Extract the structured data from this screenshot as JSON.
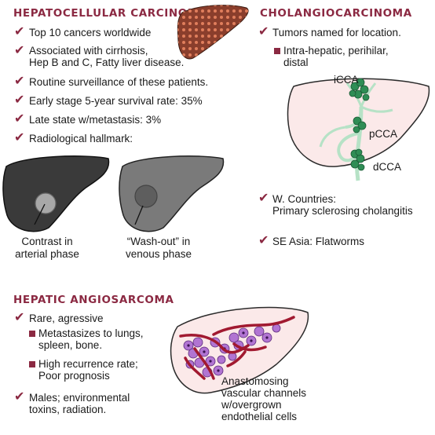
{
  "hcc": {
    "title": "HEPATOCELLULAR CARCINOMA",
    "points": [
      "Top 10 cancers worldwide",
      "Associated with cirrhosis,",
      "Hep B and C, Fatty liver disease.",
      "Routine surveillance of these patients.",
      "Early stage 5-year survival rate:  35%",
      "Late state w/metastasis: 3%",
      "Radiological hallmark:"
    ],
    "caption_left": [
      "Contrast in",
      "arterial phase"
    ],
    "caption_right": [
      "“Wash-out” in",
      "venous phase"
    ]
  },
  "cholangio": {
    "title": "CHOLANGIOCARCINOMA",
    "points": [
      "Tumors named for location."
    ],
    "sub": [
      "Intra-hepatic, perihilar,",
      "distal"
    ],
    "labels": {
      "iCCA": "iCCA",
      "pCCA": "pCCA",
      "dCCA": "dCCA"
    },
    "points2": [
      "W. Countries:",
      "Primary sclerosing cholangitis",
      "SE Asia: Flatworms"
    ]
  },
  "angio": {
    "title": "HEPATIC ANGIOSARCOMA",
    "points": [
      "Rare, agressive",
      "Males; environmental",
      "toxins, radiation."
    ],
    "sub": [
      "Metastasizes to lungs,",
      "spleen, bone.",
      "High recurrence rate;",
      "Poor prognosis"
    ],
    "caption": [
      "Anastomosing",
      "vascular channels",
      "w/overgrown",
      "endothelial cells"
    ]
  },
  "colors": {
    "accent": "#8b2942",
    "liver_brown": "#8a3e2c",
    "liver_pink": "#fbe9e9",
    "duct_green": "#b6e2c6",
    "tumor_green": "#2f8d55",
    "vessel_red": "#a11930",
    "cell_purple": "#b174d2"
  }
}
